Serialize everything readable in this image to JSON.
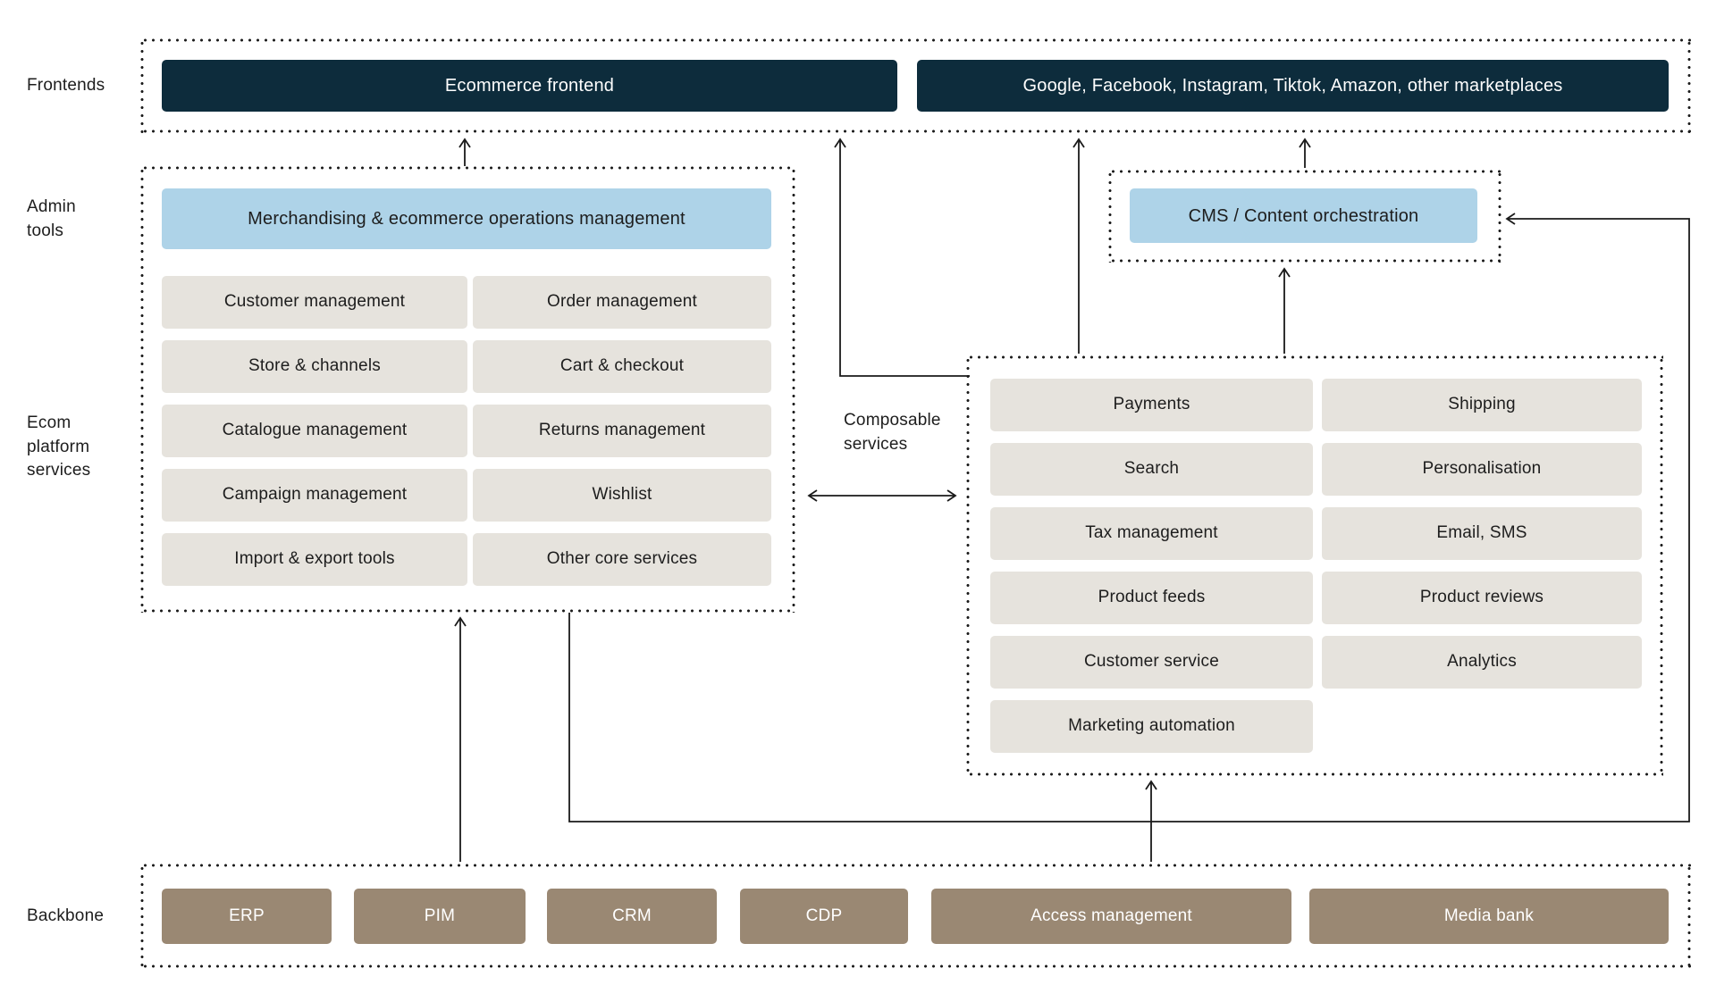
{
  "colors": {
    "navy": "#0d2c3c",
    "light_blue": "#aed3e8",
    "light_gray": "#e6e3dd",
    "brown": "#9a8873",
    "line": "#1a1a1a",
    "background": "#ffffff"
  },
  "row_labels": {
    "frontends": "Frontends",
    "admin_tools": "Admin\ntools",
    "ecom_platform_services": "Ecom\nplatform\nservices",
    "backbone": "Backbone",
    "composable_services": "Composable\nservices"
  },
  "frontends": {
    "items": [
      "Ecommerce frontend",
      "Google, Facebook, Instagram, Tiktok, Amazon, other marketplaces"
    ]
  },
  "admin_tools": {
    "merchandising": "Merchandising & ecommerce operations management",
    "cms": "CMS / Content orchestration"
  },
  "ecom_services": {
    "items": [
      "Customer management",
      "Order management",
      "Store & channels",
      "Cart & checkout",
      "Catalogue management",
      "Returns management",
      "Campaign management",
      "Wishlist",
      "Import & export tools",
      "Other core services"
    ]
  },
  "composable": {
    "items": [
      "Payments",
      "Shipping",
      "Search",
      "Personalisation",
      "Tax management",
      "Email, SMS",
      "Product feeds",
      "Product reviews",
      "Customer service",
      "Analytics",
      "Marketing automation"
    ]
  },
  "backbone": {
    "items": [
      "ERP",
      "PIM",
      "CRM",
      "CDP",
      "Access management",
      "Media bank"
    ]
  }
}
